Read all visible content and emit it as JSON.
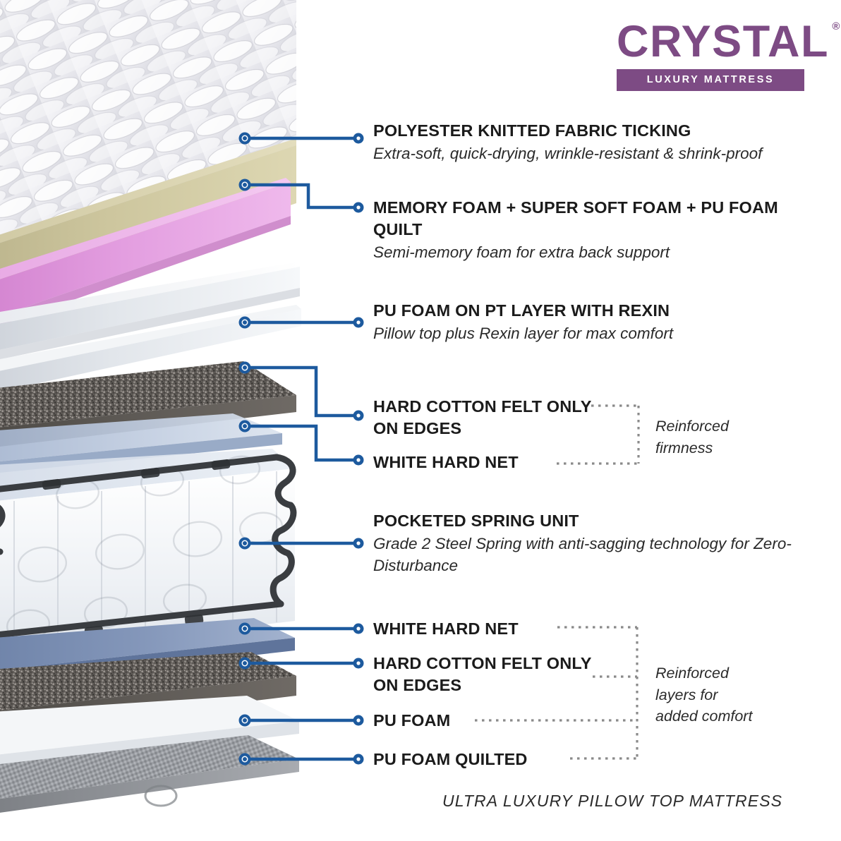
{
  "brand": {
    "name": "CRYSTAL",
    "registered": "®",
    "tagline": "LUXURY MATTRESS",
    "purple": "#7D4B84"
  },
  "accent": {
    "leader_line": "#1d5a9e",
    "bracket": "#8a8a8a",
    "text": "#1b1b1b"
  },
  "footer": {
    "text": "ULTRA LUXURY PILLOW TOP MATTRESS"
  },
  "callouts": [
    {
      "id": "polyester-knitted-fabric-ticking",
      "title": "POLYESTER KNITTED FABRIC TICKING",
      "desc": "Extra-soft, quick-drying, wrinkle-resistant & shrink-proof"
    },
    {
      "id": "memory-foam-super-soft-foam-pu-foam-quilt",
      "title": "MEMORY FOAM + SUPER SOFT FOAM + PU FOAM QUILT",
      "desc": "Semi-memory foam for extra back support"
    },
    {
      "id": "pu-foam-on-pt-layer-with-rexin",
      "title": "PU FOAM ON PT LAYER WITH REXIN",
      "desc": "Pillow top plus Rexin layer for max comfort"
    },
    {
      "id": "hard-cotton-felt-only-on-edges-top",
      "title": "HARD COTTON FELT ONLY ON EDGES",
      "desc": ""
    },
    {
      "id": "white-hard-net-top",
      "title": "WHITE HARD NET",
      "desc": ""
    },
    {
      "id": "pocketed-spring-unit",
      "title": "POCKETED SPRING UNIT",
      "desc": "Grade 2 Steel Spring with anti-sagging technology for Zero-Disturbance"
    },
    {
      "id": "white-hard-net-bottom",
      "title": "WHITE HARD NET",
      "desc": ""
    },
    {
      "id": "hard-cotton-felt-only-on-edges-bottom",
      "title": "HARD COTTON FELT ONLY ON EDGES",
      "desc": ""
    },
    {
      "id": "pu-foam",
      "title": "PU FOAM",
      "desc": ""
    },
    {
      "id": "pu-foam-quilted",
      "title": "PU FOAM QUILTED",
      "desc": ""
    }
  ],
  "brackets": [
    {
      "id": "reinforced-firmness",
      "line1": "Reinforced",
      "line2": "firmness",
      "line3": ""
    },
    {
      "id": "reinforced-layers-added-comfort",
      "line1": "Reinforced",
      "line2": "layers for",
      "line3": "added comfort"
    }
  ],
  "layers": [
    {
      "name": "quilted-knit-top",
      "color": "#e9e9ee"
    },
    {
      "name": "memory-foam-beige",
      "color": "#c9c29a"
    },
    {
      "name": "super-soft-foam-pink",
      "color": "#dd8fd8"
    },
    {
      "name": "pu-foam-white-upper",
      "color": "#e3e6ea"
    },
    {
      "name": "hard-cotton-felt-upper",
      "color": "#5b5752"
    },
    {
      "name": "white-hard-net-upper",
      "color": "#b9c6dc"
    },
    {
      "name": "pocketed-spring-unit",
      "color": "#f2f4f7"
    },
    {
      "name": "white-hard-net-lower",
      "color": "#7f93b5"
    },
    {
      "name": "hard-cotton-felt-lower",
      "color": "#6a6661"
    },
    {
      "name": "pu-foam-white-lower",
      "color": "#eef0f2"
    },
    {
      "name": "pu-foam-quilted-base",
      "color": "#9a9da1"
    }
  ]
}
